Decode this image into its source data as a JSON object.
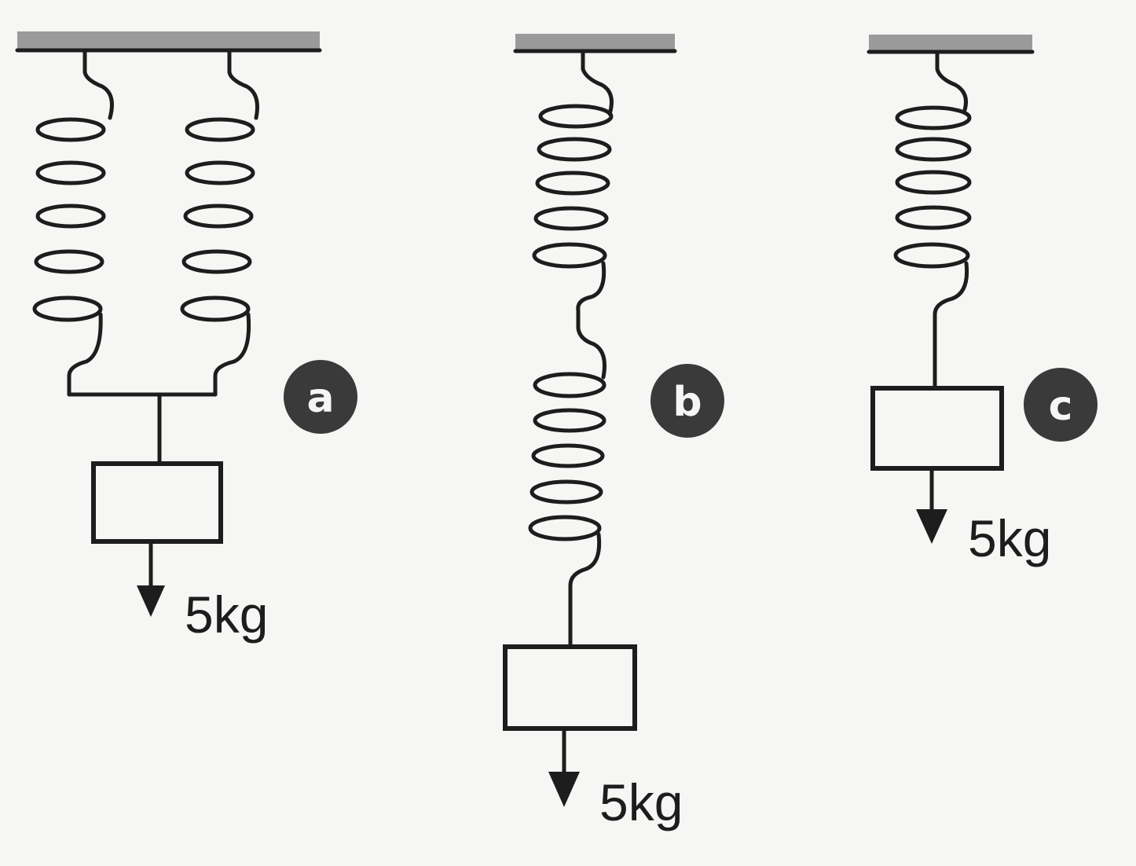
{
  "figures": [
    {
      "id": "a",
      "badge": "a",
      "mass_label": "5kg",
      "arrangement": "two springs in parallel",
      "spring_count": 2
    },
    {
      "id": "b",
      "badge": "b",
      "mass_label": "5kg",
      "arrangement": "two springs in series",
      "spring_count": 2
    },
    {
      "id": "c",
      "badge": "c",
      "mass_label": "5kg",
      "arrangement": "single spring",
      "spring_count": 1
    }
  ],
  "colors": {
    "ink": "#1d1d1d",
    "ceiling_hatch": "#9a9a9a",
    "badge_fill": "#3a3a3a",
    "background": "#f6f6f4"
  }
}
